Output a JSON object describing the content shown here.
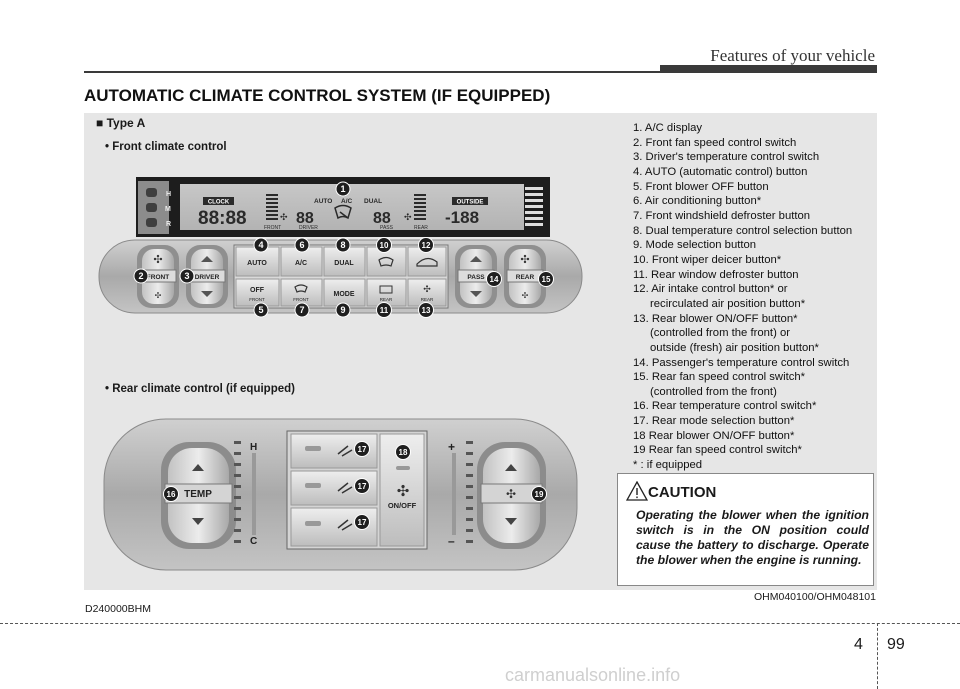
{
  "header": {
    "title": "Features of your vehicle"
  },
  "section": {
    "title": "AUTOMATIC CLIMATE CONTROL SYSTEM (IF EQUIPPED)"
  },
  "type_label": "■ Type A",
  "front_label": "• Front climate control",
  "rear_label": "• Rear climate control (if equipped)",
  "legend": [
    {
      "text": "1. A/C display",
      "cont": []
    },
    {
      "text": "2. Front fan speed control switch",
      "cont": []
    },
    {
      "text": "3. Driver's temperature control switch",
      "cont": []
    },
    {
      "text": "4. AUTO (automatic control) button",
      "cont": []
    },
    {
      "text": "5. Front blower OFF button",
      "cont": []
    },
    {
      "text": "6. Air conditioning button*",
      "cont": []
    },
    {
      "text": "7. Front windshield defroster button",
      "cont": []
    },
    {
      "text": "8. Dual temperature control selection button",
      "cont": []
    },
    {
      "text": "9. Mode selection button",
      "cont": []
    },
    {
      "text": "10. Front wiper deicer button*",
      "cont": []
    },
    {
      "text": "11. Rear window defroster button",
      "cont": []
    },
    {
      "text": "12. Air intake control button* or",
      "cont": [
        "recirculated air position button*"
      ]
    },
    {
      "text": "13. Rear blower ON/OFF button*",
      "cont": [
        "(controlled from the front) or",
        "outside (fresh) air position button*"
      ]
    },
    {
      "text": "14. Passenger's temperature control switch",
      "cont": []
    },
    {
      "text": "15. Rear fan speed control switch*",
      "cont": [
        "(controlled from the front)"
      ]
    },
    {
      "text": "16. Rear temperature control switch*",
      "cont": []
    },
    {
      "text": "17. Rear mode selection button*",
      "cont": []
    },
    {
      "text": "18 Rear blower ON/OFF button*",
      "cont": []
    },
    {
      "text": "19 Rear fan speed control switch*",
      "cont": []
    },
    {
      "text": "* : if equipped",
      "cont": []
    }
  ],
  "caution": {
    "title": "CAUTION",
    "text": "Operating the blower when the ignition switch is in the ON position could cause the battery to discharge. Operate the blower when the engine is running."
  },
  "footer": {
    "doc_code": "D240000BHM",
    "image_code": "OHM040100/OHM048101",
    "section_number": "4",
    "page_number": "99",
    "watermark": "carmanualsonline.info"
  },
  "front_panel": {
    "display": {
      "h_label": "H",
      "m_label": "M",
      "r_label": "R",
      "clock_tag": "CLOCK",
      "outside_tag": "OUTSIDE",
      "clock_digits": "88:88",
      "driver_digits": "88",
      "pass_digits": "88",
      "outside_digits": "-188",
      "auto_text": "AUTO",
      "ac_text": "A/C",
      "dual_text": "DUAL",
      "front_text": "FRONT",
      "driver_text": "DRIVER",
      "pass_text": "PASS",
      "rear_text": "REAR"
    },
    "buttons": {
      "front_label": "FRONT",
      "driver_label": "DRIVER",
      "pass_label": "PASS",
      "rear_label": "REAR",
      "auto": "AUTO",
      "ac": "A/C",
      "dual": "DUAL",
      "off": "OFF",
      "off_sub": "FRONT",
      "defrost_sub": "FRONT",
      "mode": "MODE",
      "rear_def_sub": "REAR",
      "rear_blower_sub": "REAR"
    },
    "callouts": [
      "1",
      "2",
      "3",
      "4",
      "5",
      "6",
      "7",
      "8",
      "9",
      "10",
      "11",
      "12",
      "13",
      "14",
      "15"
    ]
  },
  "rear_panel": {
    "temp_label": "TEMP",
    "h_label": "H",
    "c_label": "C",
    "plus": "+",
    "minus": "–",
    "onoff": "ON/OFF",
    "callouts": [
      "16",
      "17",
      "17",
      "17",
      "18",
      "19"
    ]
  }
}
